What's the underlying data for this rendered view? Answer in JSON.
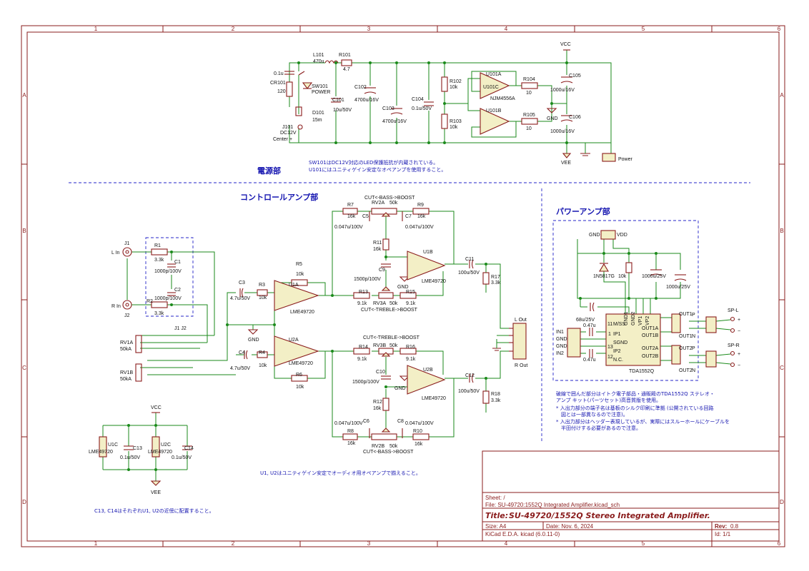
{
  "frame": {
    "columns": [
      "1",
      "2",
      "3",
      "4",
      "5",
      "6"
    ],
    "rows": [
      "A",
      "B",
      "C",
      "D"
    ]
  },
  "sections": {
    "power": "電源部",
    "control": "コントロールアンプ部",
    "poweramp": "パワーアンプ部"
  },
  "notes": {
    "psu_1": "SW101はDC12V対応のLED保護抵抗が内蔵されている。",
    "psu_2": "U101にはユニティゲイン安定なオペアンプを使用すること。",
    "ctrl": "U1, U2はユニティゲイン安定でオーディオ用オペアンプで揃えること。",
    "decouple": "C13, C14はそれぞれU1, U2の近傍に配置すること。",
    "pa_1": "破線で囲んだ部分はイトク電子部品・通販殿のTDA1552Q ステレオ・",
    "pa_2": "アンプ キット(パーツセット)高音質版を使用。",
    "pa_3": "* 入出力部分の端子名は基板のシルク印刷に準拠 (公開されている回路",
    "pa_4": "図とは一部異なるので注意)。",
    "pa_5": "* 入出力部分はヘッダー表現しているが、実際にはスルーホールにケーブルを",
    "pa_6": "半田付けする必要があるので注意。"
  },
  "psu": {
    "c_in": {
      "ref": "0.1u",
      "note": ""
    },
    "cr101": {
      "ref": "CR101",
      "val": "120"
    },
    "l101": {
      "ref": "L101",
      "val": "470u"
    },
    "r101": {
      "ref": "R101",
      "val": "4.7"
    },
    "sw101": {
      "ref": "SW101",
      "val": "POWER"
    },
    "d101": {
      "ref": "D101",
      "val": "15m"
    },
    "j101": {
      "ref": "J101",
      "val": "DC12V",
      "pol": "Center +"
    },
    "c101": {
      "ref": "C101",
      "val": "10u/50V"
    },
    "c102": {
      "ref": "C102",
      "val": "4700u/16V"
    },
    "c103": {
      "ref": "C103",
      "val": "4700u/16V"
    },
    "c104": {
      "ref": "C104",
      "val": "0.1u/50V"
    },
    "r102": {
      "ref": "R102",
      "val": "10k"
    },
    "r103": {
      "ref": "R103",
      "val": "10k"
    },
    "u101a": "U101A",
    "u101c": "U101C",
    "u101b": "U101B",
    "u101_val": "NJM4556A",
    "r104": {
      "ref": "R104",
      "val": "10"
    },
    "r105": {
      "ref": "R105",
      "val": "10"
    },
    "c105": {
      "ref": "C105",
      "val": "1000u/16V"
    },
    "c106": {
      "ref": "C106",
      "val": "1000u/16V"
    },
    "vcc": "VCC",
    "vee": "VEE",
    "gnd": "GND",
    "power": "Power"
  },
  "ctrl": {
    "j1": "J1",
    "j1_lbl": "L In",
    "j2": "J2",
    "j2_lbl": "R In",
    "r1": {
      "ref": "R1",
      "val": "3.3k"
    },
    "c1": {
      "ref": "C1",
      "val": "1000p/100V"
    },
    "c2": {
      "ref": "C2",
      "val": "1000p/100V"
    },
    "r2": {
      "ref": "R2",
      "val": "3.3k"
    },
    "rv1a": {
      "ref": "RV1A",
      "val": "50kA"
    },
    "rv1b": {
      "ref": "RV1B",
      "val": "50kA"
    },
    "j1j2": "J1 J2",
    "c3": {
      "ref": "C3",
      "val": "4.7u/50V"
    },
    "r3": {
      "ref": "R3",
      "val": "10k"
    },
    "c4": {
      "ref": "C4",
      "val": "4.7u/50V"
    },
    "r4": {
      "ref": "R4",
      "val": "10k"
    },
    "r5": {
      "ref": "R5",
      "val": "10k"
    },
    "r6": {
      "ref": "R6",
      "val": "10k"
    },
    "u1a": {
      "ref": "U1A",
      "val": "LME49720"
    },
    "u2a": {
      "ref": "U2A",
      "val": "LME49720"
    },
    "bass_top": "CUT<-BASS->BOOST",
    "r7": {
      "ref": "R7",
      "val": "16k"
    },
    "r9": {
      "ref": "R9",
      "val": "16k"
    },
    "rv2a": {
      "ref": "RV2A",
      "val": "50k"
    },
    "c5": {
      "ref": "C5",
      "val": "0.047u/100V"
    },
    "c7": {
      "ref": "C7",
      "val": "0.047u/100V"
    },
    "r11": {
      "ref": "R11",
      "val": "16k"
    },
    "c9": {
      "ref": "C9",
      "val": "1500p/100V"
    },
    "u1b": {
      "ref": "U1B",
      "val": "LME49720"
    },
    "c11": {
      "ref": "C11",
      "val": "100u/50V"
    },
    "r17": {
      "ref": "R17",
      "val": "3.3k"
    },
    "r13": {
      "ref": "R13",
      "val": "9.1k"
    },
    "r15": {
      "ref": "R15",
      "val": "9.1k"
    },
    "rv3a": {
      "ref": "RV3A",
      "val": "50k"
    },
    "treble_top": "CUT<-TREBLE->BOOST",
    "treble_bot": "CUT<-TREBLE->BOOST",
    "r14": {
      "ref": "R14",
      "val": "9.1k"
    },
    "r16": {
      "ref": "R16",
      "val": "9.1k"
    },
    "rv3b": {
      "ref": "RV3B",
      "val": "50k"
    },
    "c10": {
      "ref": "C10",
      "val": "1500p/100V"
    },
    "r12": {
      "ref": "R12",
      "val": "16k"
    },
    "u2b": {
      "ref": "U2B",
      "val": "LME49720"
    },
    "c12": {
      "ref": "C12",
      "val": "100u/50V"
    },
    "r18": {
      "ref": "R18",
      "val": "3.3k"
    },
    "c6": {
      "ref": "C6",
      "val": "0.047u/100V"
    },
    "c8": {
      "ref": "C8",
      "val": "0.047u/100V"
    },
    "r8": {
      "ref": "R8",
      "val": "16k"
    },
    "r10": {
      "ref": "R10",
      "val": "16k"
    },
    "rv2b": {
      "ref": "RV2B",
      "val": "50k"
    },
    "bass_bot": "CUT<-BASS->BOOST",
    "lout": "L Out",
    "rout": "R Out",
    "u1c": {
      "ref": "U1C",
      "val": "LME49720"
    },
    "u2c": {
      "ref": "U2C",
      "val": "LME49720"
    },
    "c13": {
      "ref": "C13",
      "val": "0.1u/50V"
    },
    "c14": {
      "ref": "C14",
      "val": "0.1u/50V"
    },
    "vcc": "VCC",
    "vee": "VEE",
    "gnd": "GND"
  },
  "pa": {
    "gnd": "GND",
    "vdd": "VDD",
    "d": {
      "ref": "1N5817G"
    },
    "r": {
      "val": "10k"
    },
    "c_a": {
      "val": "1000u/25V"
    },
    "c_b": {
      "val": "1000u/25V"
    },
    "c_68": {
      "val": "68u/25V"
    },
    "c_047a": {
      "val": "0.47u"
    },
    "c_047b": {
      "val": "0.47u"
    },
    "in_pins": [
      "IN1",
      "GND",
      "GND",
      "IN2"
    ],
    "ic_pins_left": [
      "M/SS",
      "IP1",
      "SGND",
      "IP2",
      "N.C."
    ],
    "ic_pin_nums_left": [
      "11",
      "1",
      "13",
      "12"
    ],
    "ic_pins_top": [
      "GND1",
      "GND2",
      "VP1",
      "VP2"
    ],
    "ic_pins_right": [
      "OUT1A",
      "OUT1B",
      "OUT2A",
      "OUT2B"
    ],
    "ic_name": "TDA1552Q",
    "out1": "OUT1",
    "out2": "OUT2",
    "p": "P",
    "n": "N",
    "spl": "SP-L",
    "spr": "SP-R",
    "plus": "+",
    "minus": "−"
  },
  "titleblock": {
    "sheet": "Sheet: /",
    "file": "File: SU-49720:1552Q Integrated Amplifier.kicad_sch",
    "title_label": "Title:",
    "title": "SU-49720/1552Q Stereo Integrated Amplifier.",
    "size": "Size: A4",
    "date": "Date: Nov. 6, 2024",
    "rev_label": "Rev:",
    "rev": "0.8",
    "tool": "KiCad E.D.A.  kicad (6.0.11-0)",
    "id": "Id: 1/1"
  }
}
